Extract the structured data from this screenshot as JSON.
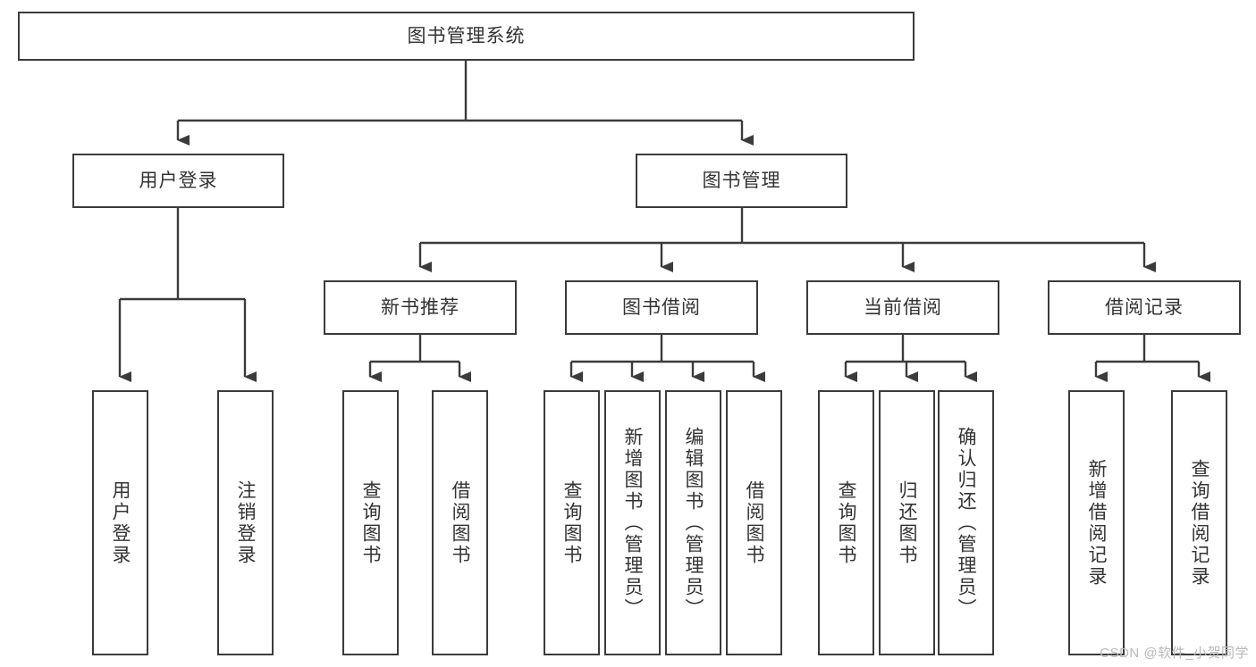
{
  "diagram": {
    "title": "图书管理系统",
    "watermark": "CSDN @软件_小贺同学",
    "colors": {
      "stroke": "#3b3b3b",
      "text": "#333333",
      "background": "#ffffff",
      "watermark": "#b9b9b9"
    },
    "nodes": {
      "root": {
        "label": "图书管理系统",
        "orientation": "horizontal"
      },
      "level1": [
        {
          "label": "用户登录",
          "orientation": "horizontal"
        },
        {
          "label": "图书管理",
          "orientation": "horizontal"
        }
      ],
      "level2": [
        {
          "label": "新书推荐",
          "orientation": "horizontal"
        },
        {
          "label": "图书借阅",
          "orientation": "horizontal"
        },
        {
          "label": "当前借阅",
          "orientation": "horizontal"
        },
        {
          "label": "借阅记录",
          "orientation": "horizontal"
        }
      ],
      "leaves": {
        "user_login": [
          {
            "label": "用户登录",
            "orientation": "vertical"
          },
          {
            "label": "注销登录",
            "orientation": "vertical"
          }
        ],
        "new_book_recommend": [
          {
            "label": "查询图书",
            "orientation": "vertical"
          },
          {
            "label": "借阅图书",
            "orientation": "vertical"
          }
        ],
        "book_borrow": [
          {
            "label": "查询图书",
            "orientation": "vertical"
          },
          {
            "label": "新增图书（管理员）",
            "orientation": "vertical"
          },
          {
            "label": "编辑图书（管理员）",
            "orientation": "vertical"
          },
          {
            "label": "借阅图书",
            "orientation": "vertical"
          }
        ],
        "current_borrow": [
          {
            "label": "查询图书",
            "orientation": "vertical"
          },
          {
            "label": "归还图书",
            "orientation": "vertical"
          },
          {
            "label": "确认归还（管理员）",
            "orientation": "vertical"
          }
        ],
        "borrow_record": [
          {
            "label": "新增借阅记录",
            "orientation": "vertical"
          },
          {
            "label": "查询借阅记录",
            "orientation": "vertical"
          }
        ]
      }
    }
  }
}
